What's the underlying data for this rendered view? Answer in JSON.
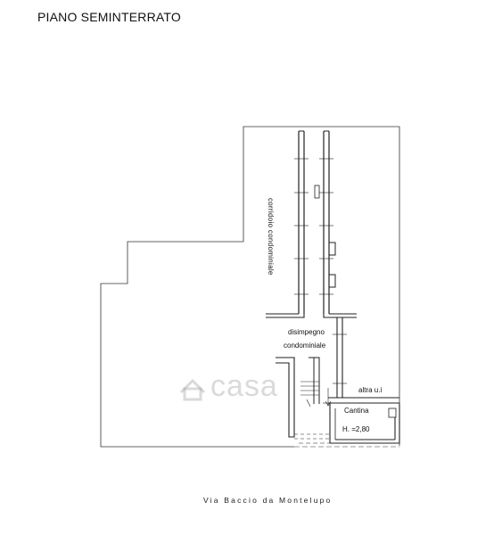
{
  "plan": {
    "title": "PIANO SEMINTERRATO",
    "street": "Via Baccio da Montelupo",
    "labels": {
      "corridoio": "corridoio condominiale",
      "disimpegno_1": "disimpegno",
      "disimpegno_2": "condominiale",
      "altra": "altra u.i",
      "cantina": "Cantina",
      "height": "H. =2,80"
    },
    "watermark": "casa"
  }
}
